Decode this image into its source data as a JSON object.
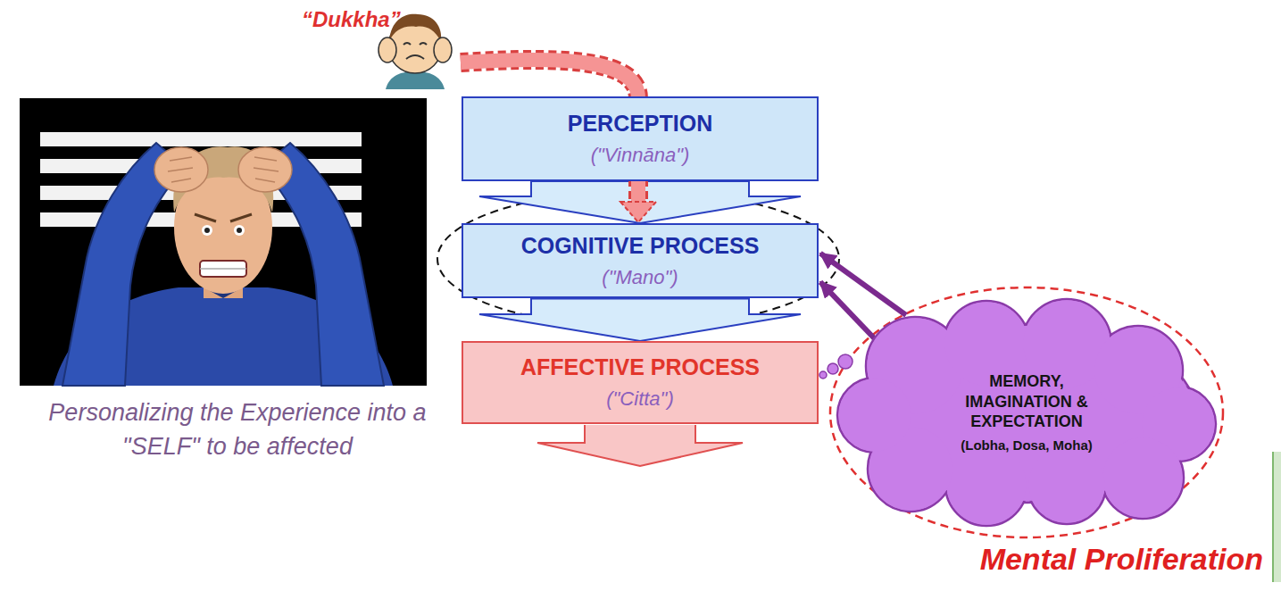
{
  "diagram": {
    "nodes": [
      {
        "text": [
          "PERCEPTION",
          "(\"Vinnāna\")"
        ]
      },
      {
        "text": [
          "COGNITIVE PROCESS",
          "(\"Mano\")"
        ]
      },
      {
        "text": [
          "AFFECTIVE PROCESS",
          "(\"Citta\")"
        ]
      },
      {
        "text": [
          "MEMORY, IMAGINATION & EXPECTATION",
          "(Lobha, Dosa, Moha)"
        ]
      }
    ],
    "edges": [
      {
        "from": 0,
        "to": 1,
        "arrow": "to"
      },
      {
        "from": 1,
        "to": 2,
        "arrow": "to"
      },
      {
        "from": 3,
        "to": 1,
        "arrow": "to"
      },
      {
        "from": 3,
        "to": 1,
        "arrow": "to"
      }
    ],
    "labels": [
      "“Dukkha”",
      "Personalizing the Experience into a \"SELF\" to be affected",
      "Mental Proliferation"
    ]
  }
}
